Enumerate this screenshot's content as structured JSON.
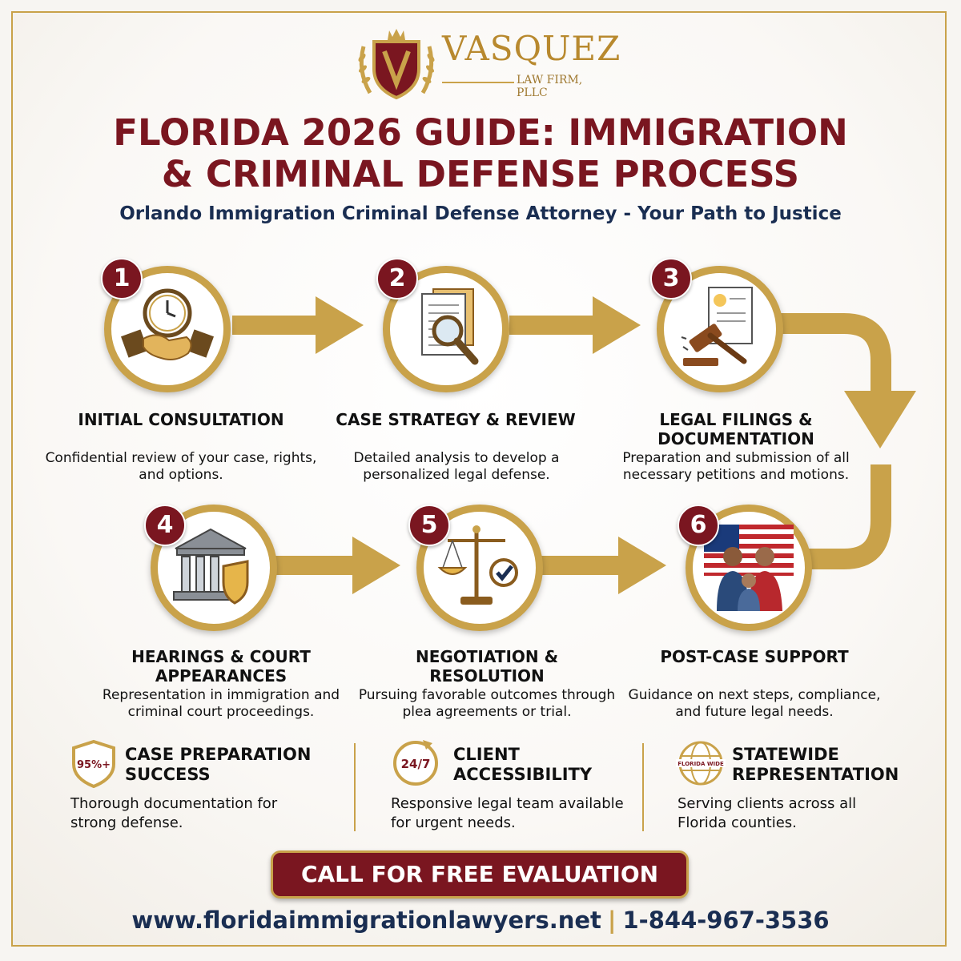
{
  "logo": {
    "name": "VASQUEZ",
    "sub": "LAW FIRM, PLLC"
  },
  "title_line1": "FLORIDA 2026 GUIDE: IMMIGRATION",
  "title_line2": "& CRIMINAL DEFENSE PROCESS",
  "subtitle": "Orlando Immigration Criminal Defense Attorney - Your Path to Justice",
  "steps": [
    {
      "num": "1",
      "title": "INITIAL CONSULTATION",
      "desc": "Confidential review of your case, rights, and options.",
      "icon": "handshake-clock-icon"
    },
    {
      "num": "2",
      "title": "CASE STRATEGY & REVIEW",
      "desc": "Detailed analysis to develop a personalized legal defense.",
      "icon": "document-magnifier-icon"
    },
    {
      "num": "3",
      "title": "LEGAL FILINGS & DOCUMENTATION",
      "desc": "Preparation and submission of all necessary petitions and motions.",
      "icon": "gavel-document-icon"
    },
    {
      "num": "4",
      "title": "HEARINGS & COURT APPEARANCES",
      "desc": "Representation in immigration and criminal court proceedings.",
      "icon": "courthouse-shield-icon"
    },
    {
      "num": "5",
      "title": "NEGOTIATION & RESOLUTION",
      "desc": "Pursuing favorable outcomes through plea agreements or trial.",
      "icon": "scales-check-icon"
    },
    {
      "num": "6",
      "title": "POST-CASE SUPPORT",
      "desc": "Guidance on next steps, compliance, and future legal needs.",
      "icon": "family-flag-icon"
    }
  ],
  "features": [
    {
      "badge": "95%+",
      "title": "CASE PREPARATION SUCCESS",
      "desc": "Thorough documentation for strong defense.",
      "icon": "shield-badge-icon"
    },
    {
      "badge": "24/7",
      "title": "CLIENT ACCESSIBILITY",
      "desc": "Responsive legal team available for urgent needs.",
      "icon": "clock-24-7-icon"
    },
    {
      "badge": "FLORIDA WIDE",
      "title": "STATEWIDE REPRESENTATION",
      "desc": "Serving clients across all Florida counties.",
      "icon": "globe-icon"
    }
  ],
  "cta": "CALL FOR FREE EVALUATION",
  "footer": {
    "website": "www.floridaimmigrationlawyers.net",
    "separator": "|",
    "phone": "1-844-967-3536"
  },
  "colors": {
    "maroon": "#7a1620",
    "gold": "#c9a24a",
    "navy": "#1a2e52"
  }
}
